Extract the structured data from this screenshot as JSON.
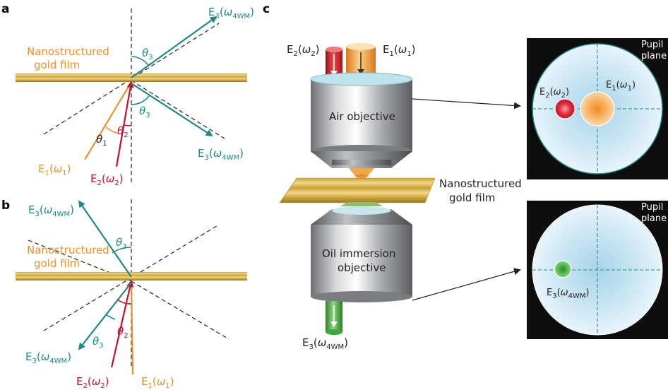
{
  "panel_a": {
    "letter": "a",
    "film_label_line1": "Nanostructured",
    "film_label_line2": "gold film",
    "theta3_upper": "θ3",
    "theta3_lower": "θ3",
    "theta1": "θ1",
    "theta2": "θ2",
    "e3_reflected": {
      "base": "E",
      "idx": "3",
      "arg": "ω",
      "argsub": "4WM"
    },
    "e3_transmitted": {
      "base": "E",
      "idx": "3",
      "arg": "ω",
      "argsub": "4WM"
    },
    "e1": {
      "base": "E",
      "idx": "1",
      "arg": "ω",
      "argsub": "1"
    },
    "e2": {
      "base": "E",
      "idx": "2",
      "arg": "ω",
      "argsub": "2"
    }
  },
  "panel_b": {
    "letter": "b",
    "film_label_line1": "Nanostructured",
    "film_label_line2": "gold film",
    "theta3_upper": "θ3",
    "theta3_lower": "θ3",
    "theta2": "θ2",
    "e3_upper": {
      "base": "E",
      "idx": "3",
      "arg": "ω",
      "argsub": "4WM"
    },
    "e3_lower": {
      "base": "E",
      "idx": "3",
      "arg": "ω",
      "argsub": "4WM"
    },
    "e1": {
      "base": "E",
      "idx": "1",
      "arg": "ω",
      "argsub": "1"
    },
    "e2": {
      "base": "E",
      "idx": "2",
      "arg": "ω",
      "argsub": "2"
    }
  },
  "panel_c": {
    "letter": "c",
    "e2_beam": {
      "base": "E",
      "idx": "2",
      "arg": "ω",
      "argsub": "2"
    },
    "e1_beam": {
      "base": "E",
      "idx": "1",
      "arg": "ω",
      "argsub": "1"
    },
    "air_objective_label": "Air objective",
    "film_label_line1": "Nanostructured",
    "film_label_line2": "gold film",
    "oil_objective_line1": "Oil immersion",
    "oil_objective_line2": "objective",
    "e3_beam": {
      "base": "E",
      "idx": "3",
      "arg": "ω",
      "argsub": "4WM"
    },
    "pupil_top": {
      "label_line1": "Pupil",
      "label_line2": "plane",
      "e2": {
        "base": "E",
        "idx": "2",
        "arg": "ω",
        "argsub": "2"
      },
      "e1": {
        "base": "E",
        "idx": "1",
        "arg": "ω",
        "argsub": "1"
      }
    },
    "pupil_bottom": {
      "label_line1": "Pupil",
      "label_line2": "plane",
      "e3": {
        "base": "E",
        "idx": "3",
        "arg": "ω",
        "argsub": "4WM"
      }
    }
  },
  "colors": {
    "orange": "#e8912a",
    "red": "#c8102e",
    "teal": "#1d8a86",
    "gold": "#d9b64e",
    "green": "#3aa935"
  }
}
